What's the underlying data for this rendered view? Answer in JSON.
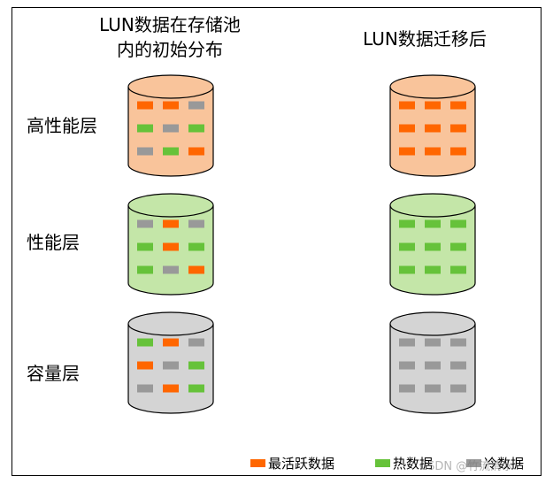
{
  "titles": {
    "left": [
      "LUN数据在存储池",
      "内的初始分布"
    ],
    "right": "LUN数据迁移后"
  },
  "tiers": [
    {
      "label": "高性能层",
      "body_color": "#f9c49b"
    },
    {
      "label": "性能层",
      "body_color": "#c4e6a8"
    },
    {
      "label": "容量层",
      "body_color": "#d4d4d4"
    }
  ],
  "block_colors": {
    "hottest": "#ff6600",
    "hot": "#66c23a",
    "cold": "#999999"
  },
  "initial_distribution": [
    [
      [
        "hottest",
        "hottest",
        "cold"
      ],
      [
        "hot",
        "cold",
        "hot"
      ],
      [
        "cold",
        "hot",
        "hottest"
      ]
    ],
    [
      [
        "cold",
        "hottest",
        "cold"
      ],
      [
        "hot",
        "hottest",
        "hot"
      ],
      [
        "hot",
        "cold",
        "hottest"
      ]
    ],
    [
      [
        "hot",
        "hottest",
        "cold"
      ],
      [
        "hottest",
        "cold",
        "hot"
      ],
      [
        "cold",
        "hottest",
        "hot"
      ]
    ]
  ],
  "after_migration": [
    [
      [
        "hottest",
        "hottest",
        "hottest"
      ],
      [
        "hottest",
        "hottest",
        "hottest"
      ],
      [
        "hottest",
        "hottest",
        "hottest"
      ]
    ],
    [
      [
        "hot",
        "hot",
        "hot"
      ],
      [
        "hot",
        "hot",
        "hot"
      ],
      [
        "hot",
        "hot",
        "hot"
      ]
    ],
    [
      [
        "cold",
        "cold",
        "cold"
      ],
      [
        "cold",
        "cold",
        "cold"
      ],
      [
        "cold",
        "cold",
        "cold"
      ]
    ]
  ],
  "legend": [
    {
      "key": "hottest",
      "label": "最活跃数据"
    },
    {
      "key": "hot",
      "label": "热数据"
    },
    {
      "key": "cold",
      "label": "冷数据"
    }
  ],
  "watermark": "CSDN @竹流清水"
}
